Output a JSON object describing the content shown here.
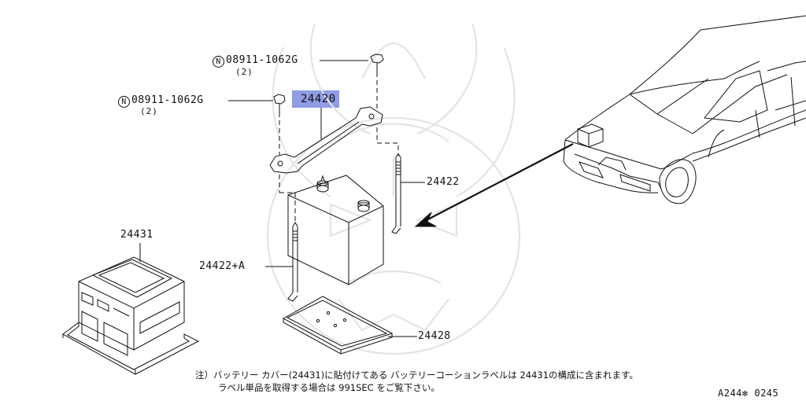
{
  "callouts": {
    "nut_top": {
      "mark": "N",
      "part": "08911-1062G",
      "qty": "(2)"
    },
    "nut_left": {
      "mark": "N",
      "part": "08911-1062G",
      "qty": "(2)"
    },
    "bracket": "24420",
    "rod_right": "24422",
    "rod_left": "24422+A",
    "cover": "24431",
    "tray": "24428"
  },
  "note": {
    "line1": "注）バッテリー カバー(24431)に貼付けてある バッテリーコーションラベルは 24431の構成に含まれます。",
    "line2": "ラベル単品を取得する場合は 991SEC をご覧下さい。"
  },
  "diagram_id": "A244✻ 0245",
  "highlight_color": "#8f9ce6"
}
